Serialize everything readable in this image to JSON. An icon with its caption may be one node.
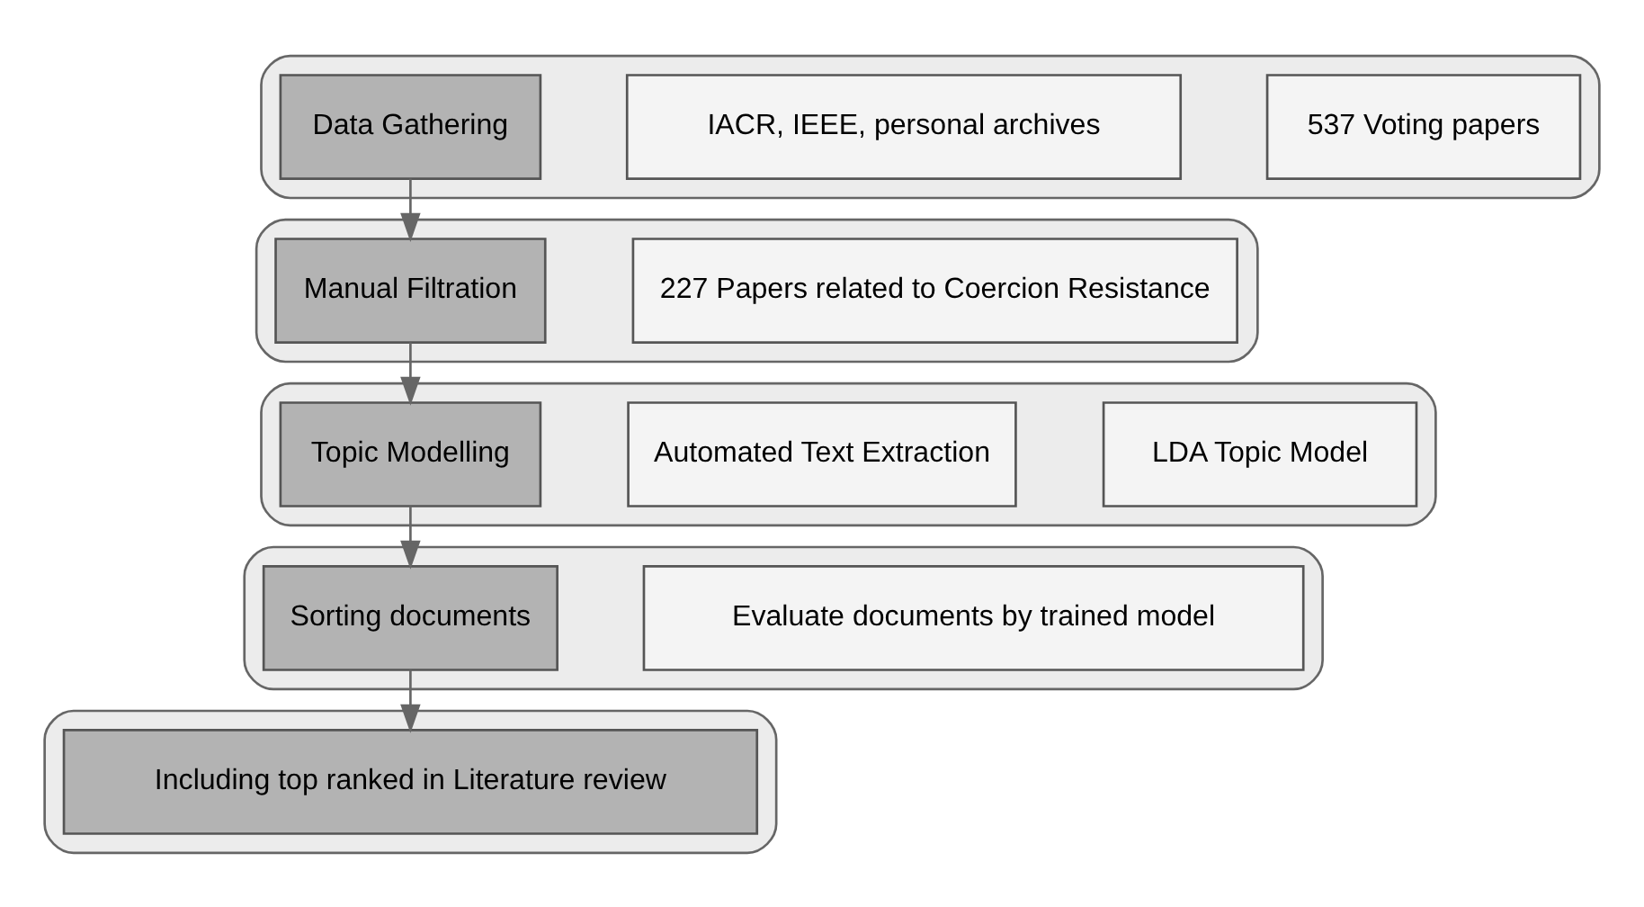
{
  "diagram": {
    "nodes": [
      {
        "text": [],
        "shape": "box"
      },
      {
        "text": [
          "Data Gathering"
        ],
        "in": 0
      },
      {
        "text": [
          "IACR, IEEE, personal archives"
        ],
        "in": 0
      },
      {
        "text": [
          "537 Voting papers"
        ],
        "in": 0
      },
      {
        "text": [],
        "shape": "box"
      },
      {
        "text": [
          "Manual Filtration"
        ],
        "in": 4
      },
      {
        "text": [
          "227 Papers related to Coercion Resistance"
        ],
        "in": 4
      },
      {
        "text": [],
        "shape": "box"
      },
      {
        "text": [
          "Topic Modelling"
        ],
        "in": 7
      },
      {
        "text": [
          "Automated Text Extraction"
        ],
        "in": 7
      },
      {
        "text": [
          "LDA Topic Model"
        ],
        "in": 7
      },
      {
        "text": [],
        "shape": "box"
      },
      {
        "text": [
          "Sorting documents"
        ],
        "in": 11
      },
      {
        "text": [
          "Evaluate documents by trained model"
        ],
        "in": 11
      },
      {
        "text": [],
        "shape": "box"
      },
      {
        "text": [
          "Including top ranked in Literature review"
        ],
        "in": 14
      }
    ],
    "edges": [
      {
        "from": 1,
        "to": 5,
        "arrow": "to"
      },
      {
        "from": 5,
        "to": 8,
        "arrow": "to"
      },
      {
        "from": 8,
        "to": 12,
        "arrow": "to"
      },
      {
        "from": 12,
        "to": 15,
        "arrow": "to"
      }
    ]
  }
}
